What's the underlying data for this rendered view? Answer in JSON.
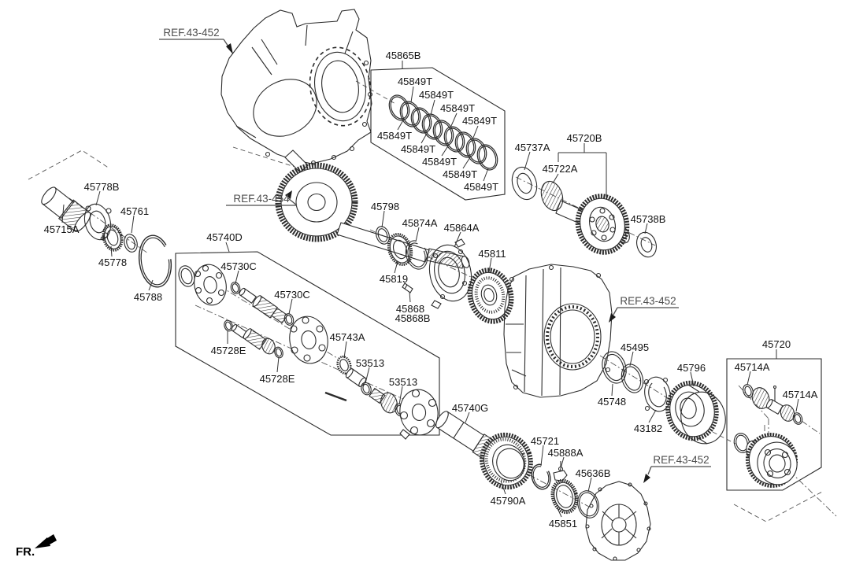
{
  "diagram": {
    "fr_label": "FR.",
    "colors": {
      "background": "#ffffff",
      "line": "#2b2b2b",
      "label": "#121212",
      "ref_label": "#4d4d4d"
    },
    "ref_labels": [
      {
        "text": "REF.43-452"
      },
      {
        "text": "REF.43-454"
      },
      {
        "text": "REF.43-452"
      },
      {
        "text": "REF.43-452"
      }
    ],
    "part_labels": [
      {
        "text": "45865B"
      },
      {
        "text": "45849T"
      },
      {
        "text": "45849T"
      },
      {
        "text": "45849T"
      },
      {
        "text": "45849T"
      },
      {
        "text": "45849T"
      },
      {
        "text": "45849T"
      },
      {
        "text": "45849T"
      },
      {
        "text": "45849T"
      },
      {
        "text": "45849T"
      },
      {
        "text": "45737A"
      },
      {
        "text": "45720B"
      },
      {
        "text": "45722A"
      },
      {
        "text": "45738B"
      },
      {
        "text": "45798"
      },
      {
        "text": "45874A"
      },
      {
        "text": "45864A"
      },
      {
        "text": "45811"
      },
      {
        "text": "45819"
      },
      {
        "text": "45868"
      },
      {
        "text": "45868B"
      },
      {
        "text": "45715A"
      },
      {
        "text": "45778B"
      },
      {
        "text": "45761"
      },
      {
        "text": "45778"
      },
      {
        "text": "45788"
      },
      {
        "text": "45740D"
      },
      {
        "text": "45730C"
      },
      {
        "text": "45730C"
      },
      {
        "text": "45728E"
      },
      {
        "text": "45728E"
      },
      {
        "text": "45743A"
      },
      {
        "text": "53513"
      },
      {
        "text": "53513"
      },
      {
        "text": "45740G"
      },
      {
        "text": "45790A"
      },
      {
        "text": "45721"
      },
      {
        "text": "45888A"
      },
      {
        "text": "45636B"
      },
      {
        "text": "45851"
      },
      {
        "text": "45495"
      },
      {
        "text": "45748"
      },
      {
        "text": "43182"
      },
      {
        "text": "45796"
      },
      {
        "text": "45720"
      },
      {
        "text": "45714A"
      },
      {
        "text": "45714A"
      }
    ]
  }
}
